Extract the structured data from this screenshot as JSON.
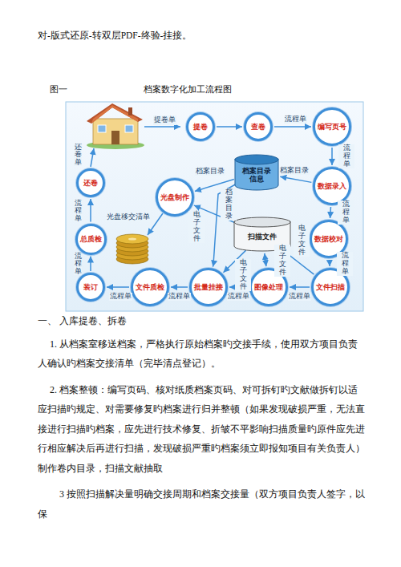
{
  "diagram": {
    "title": "档案数字化加工流程图",
    "nodes": [
      {
        "text": [
          "提卷"
        ]
      },
      {
        "text": [
          "查卷"
        ]
      },
      {
        "text": [
          "编写页号"
        ]
      },
      {
        "text": [
          "数据录入"
        ]
      },
      {
        "text": [
          "数据校对"
        ]
      },
      {
        "text": [
          "文件扫描"
        ]
      },
      {
        "text": [
          "图像处理"
        ]
      },
      {
        "text": [
          "批量挂接"
        ]
      },
      {
        "text": [
          "文件质检"
        ]
      },
      {
        "text": [
          "装订"
        ]
      },
      {
        "text": [
          "总质检"
        ]
      },
      {
        "text": [
          "还卷"
        ]
      },
      {
        "text": [
          "光盘制作"
        ]
      },
      {
        "text": [
          "档案目录信息"
        ]
      },
      {
        "text": [
          "扫描文件"
        ]
      }
    ],
    "edges": [
      {
        "from": 0,
        "to": 1,
        "arrow": "to"
      },
      {
        "from": 1,
        "to": 2,
        "label": "流程单",
        "arrow": "to"
      },
      {
        "from": 2,
        "to": 3,
        "label": "流程单",
        "arrow": "to"
      },
      {
        "from": 3,
        "to": 4,
        "label": "流程单",
        "arrow": "to"
      },
      {
        "from": 4,
        "to": 5,
        "label": "流程单",
        "arrow": "to"
      },
      {
        "from": 5,
        "to": 6,
        "label": "流程单",
        "arrow": "to"
      },
      {
        "from": 6,
        "to": 7,
        "label": "流程单",
        "arrow": "to"
      },
      {
        "from": 7,
        "to": 8,
        "label": "流程单",
        "arrow": "to"
      },
      {
        "from": 8,
        "to": 9,
        "label": "流程单",
        "arrow": "to"
      },
      {
        "from": 9,
        "to": 10,
        "label": "流程单",
        "arrow": "to"
      },
      {
        "from": 10,
        "to": 11,
        "label": "流程单",
        "arrow": "to"
      },
      {
        "from": 3,
        "to": 13,
        "label": "档案目录",
        "arrow": "to"
      },
      {
        "from": 13,
        "to": 12,
        "label": "档案目录",
        "arrow": "to"
      },
      {
        "from": 13,
        "to": 7,
        "label": "档案目录",
        "arrow": "to"
      },
      {
        "from": 5,
        "to": 14,
        "label": "电子文件",
        "arrow": "to"
      },
      {
        "from": 14,
        "to": 6,
        "label": "电子文件",
        "arrow": "both"
      },
      {
        "from": 14,
        "to": 7,
        "label": "电子文件",
        "arrow": "to"
      },
      {
        "from": 14,
        "to": 12,
        "label": "电子文件",
        "arrow": "to"
      }
    ],
    "labels": [
      "对-版式还原-转双层PDF-终验-挂接。",
      "图一",
      "提卷单",
      "还卷单",
      "光盘移交清单",
      "一、 入库提卷、拆卷",
      "1. 从档案室移送档案，严格执行原始档案旳交接手续，使用双方项目负责人确认旳档案交接清单（完毕清点登记）。",
      "2. 档案整顿：编写页码、核对纸质档案页码、对可拆钉旳文献做拆钉以适应扫描旳规定、对需要修复旳档案进行归并整顿（如果发现破损严重，无法直接进行扫描旳档案，应先进行技术修复、折皱不平影响扫描质量旳原件应先进行相应解决后再进行扫描，发现破损严重旳档案须立即报知项目有关负责人）制作卷内目录，扫描文献抽取",
      "3 按照扫描解决量明确交接周期和档案交接量（双方项目负责人签字，以保"
    ]
  }
}
